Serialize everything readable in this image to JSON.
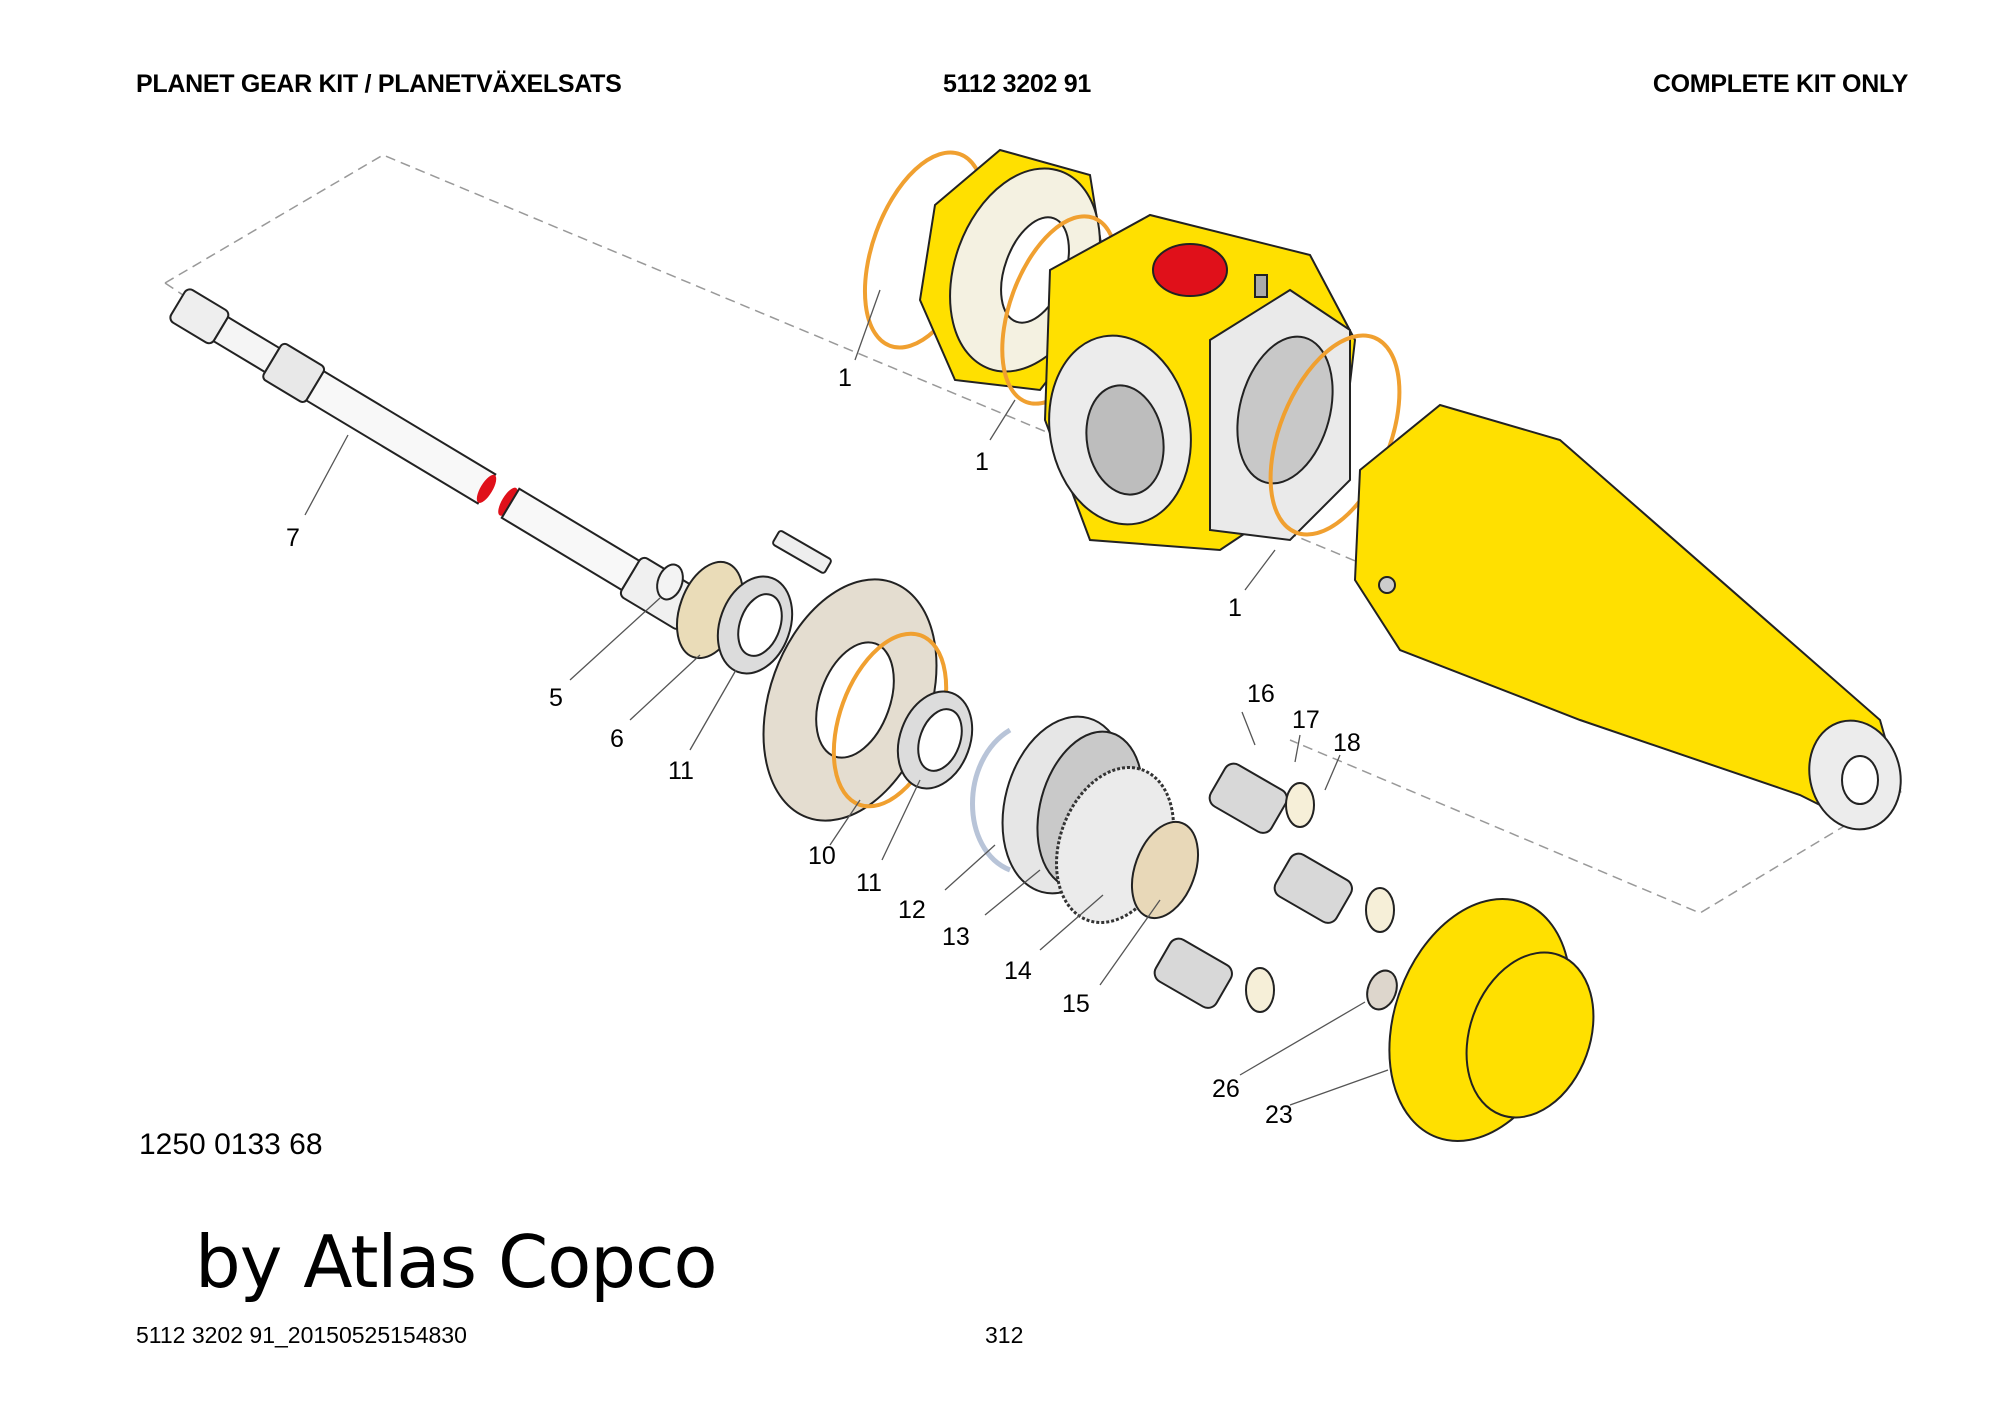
{
  "header": {
    "title": "PLANET GEAR KIT / PLANETVÄXELSATS",
    "part_number": "5112 3202 91",
    "note": "COMPLETE KIT ONLY"
  },
  "kit_number": "1250 0133 68",
  "brand_text": "by Atlas Copco",
  "footer": {
    "document_id": "5112 3202 91_20150525154830",
    "page_number": "312"
  },
  "colors": {
    "housing_yellow": "#FFE000",
    "oring_orange": "#F0A030",
    "cap_red": "#E0101A",
    "steel_grey": "#E6E6E6",
    "bronze_tan": "#E8DCC0",
    "bearing_cage": "#F0E0B0"
  },
  "callouts": [
    {
      "id": "1",
      "part": "o-ring",
      "label": "1"
    },
    {
      "id": "1b",
      "part": "o-ring",
      "label": "1"
    },
    {
      "id": "1c",
      "part": "o-ring",
      "label": "1"
    },
    {
      "id": "5",
      "part": "washer",
      "label": "5"
    },
    {
      "id": "6",
      "part": "seal-ring",
      "label": "6"
    },
    {
      "id": "7",
      "part": "drive-shaft",
      "label": "7"
    },
    {
      "id": "10",
      "part": "o-ring",
      "label": "10"
    },
    {
      "id": "11",
      "part": "roller-bearing",
      "label": "11"
    },
    {
      "id": "11b",
      "part": "roller-bearing",
      "label": "11"
    },
    {
      "id": "12",
      "part": "retaining-ring",
      "label": "12"
    },
    {
      "id": "13",
      "part": "ring-gear",
      "label": "13"
    },
    {
      "id": "14",
      "part": "planet-carrier",
      "label": "14"
    },
    {
      "id": "15",
      "part": "thrust-washer",
      "label": "15"
    },
    {
      "id": "16",
      "part": "snap-ring",
      "label": "16"
    },
    {
      "id": "17",
      "part": "planet-gear",
      "label": "17"
    },
    {
      "id": "18",
      "part": "needle-bearing",
      "label": "18"
    },
    {
      "id": "23",
      "part": "hub-flange",
      "label": "23"
    },
    {
      "id": "26",
      "part": "washer",
      "label": "26"
    }
  ]
}
